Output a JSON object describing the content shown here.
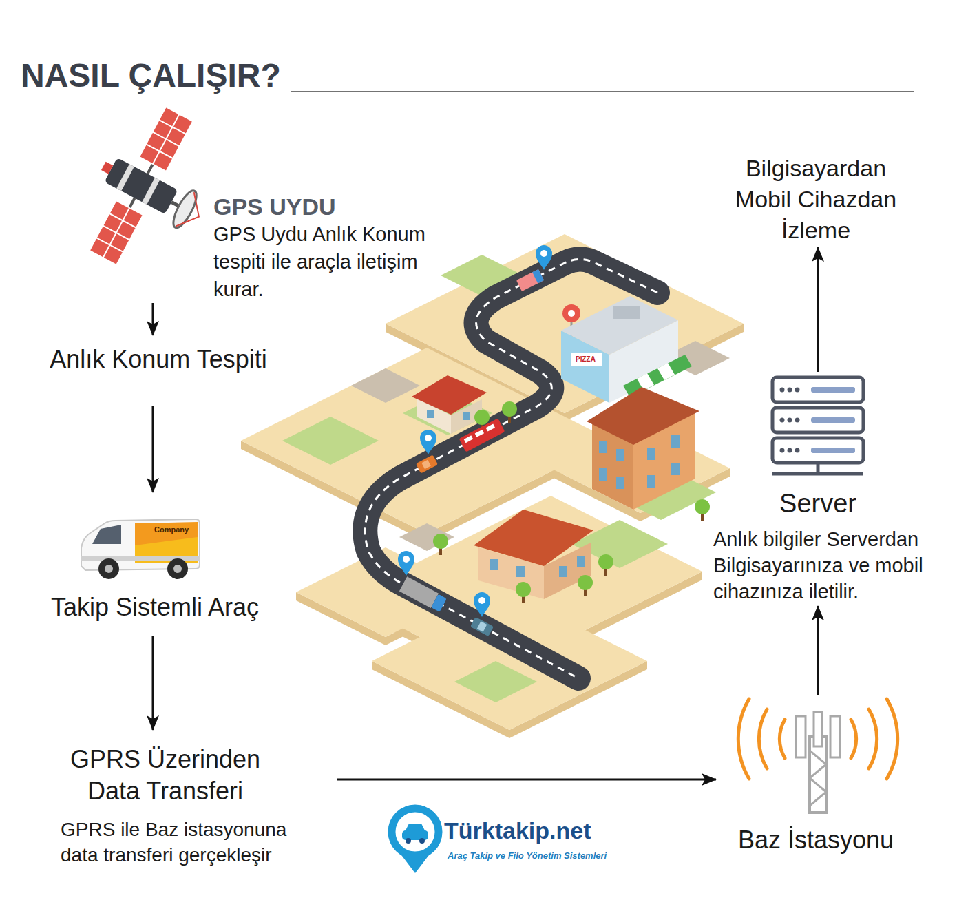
{
  "diagram": {
    "title": "NASIL ÇALIŞIR?",
    "nodes": [
      {
        "text": [
          "GPS UYDU",
          "GPS Uydu Anlık Konum tespiti ile araçla iletişim kurar."
        ]
      },
      {
        "text": [
          "Anlık Konum Tespiti"
        ]
      },
      {
        "text": [
          "Takip Sistemli Araç"
        ]
      },
      {
        "text": [
          "GPRS Üzerinden Data Transferi",
          "GPRS ile Baz istasyonuna data transferi gerçekleşir"
        ]
      },
      {
        "text": [
          "Baz İstasyonu"
        ]
      },
      {
        "text": [
          "Server",
          "Anlık bilgiler Serverdan Bilgisayarınıza ve mobil cihazınıza iletilir."
        ]
      },
      {
        "text": [
          "Bilgisayardan Mobil Cihazdan İzleme"
        ]
      }
    ],
    "edges": [
      {
        "from": 0,
        "to": 1,
        "arrow": "to"
      },
      {
        "from": 1,
        "to": 2,
        "arrow": "to"
      },
      {
        "from": 2,
        "to": 3,
        "arrow": "to"
      },
      {
        "from": 3,
        "to": 4,
        "arrow": "to"
      },
      {
        "from": 4,
        "to": 5,
        "arrow": "to"
      },
      {
        "from": 5,
        "to": 6,
        "arrow": "to"
      }
    ],
    "labels": [
      "PIZZA",
      "Company",
      "Türktakip.net",
      "Araç Takip ve Filo Yönetim Sistemleri"
    ]
  }
}
